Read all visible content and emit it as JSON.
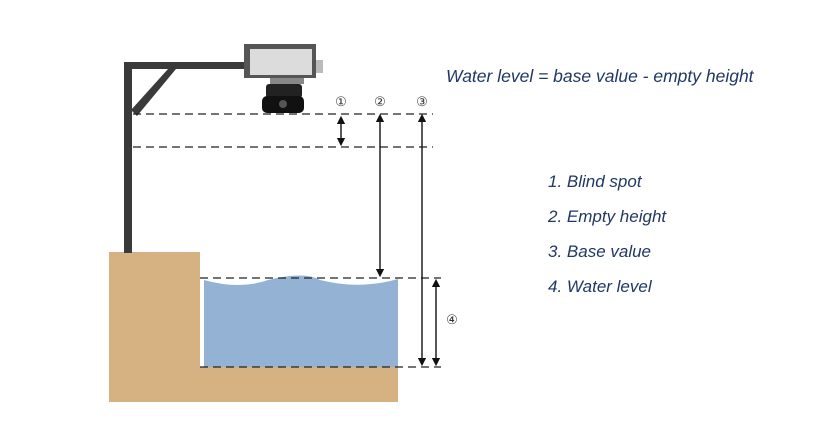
{
  "formula": "Water level = base value - empty height",
  "legend": [
    "1. Blind spot",
    "2. Empty height",
    "3. Base value",
    "4. Water level"
  ],
  "markers": [
    "①",
    "②",
    "③",
    "④"
  ],
  "colors": {
    "ground": "#d6b283",
    "water": "#94b2d4",
    "pole": "#3a3a3a",
    "text": "#1f3864",
    "dashed_line": "#222222"
  }
}
